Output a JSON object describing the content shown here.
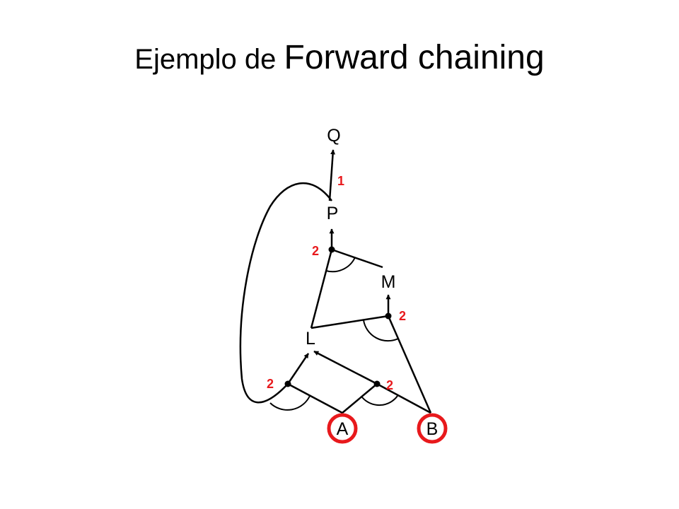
{
  "title": {
    "prefix": "Ejemplo de ",
    "emphasis": "Forward chaining"
  },
  "diagram": {
    "nodes": [
      {
        "id": "Q",
        "label": "Q",
        "known": false
      },
      {
        "id": "P",
        "label": "P",
        "known": false
      },
      {
        "id": "M",
        "label": "M",
        "known": false
      },
      {
        "id": "L",
        "label": "L",
        "known": false
      },
      {
        "id": "A",
        "label": "A",
        "known": true
      },
      {
        "id": "B",
        "label": "B",
        "known": true
      }
    ],
    "rules": [
      {
        "id": "r-p-q",
        "premises": [
          "P"
        ],
        "conclusion": "Q",
        "count": "1"
      },
      {
        "id": "r-lm-p",
        "premises": [
          "L",
          "M"
        ],
        "conclusion": "P",
        "count": "2"
      },
      {
        "id": "r-bl-m",
        "premises": [
          "B",
          "L"
        ],
        "conclusion": "M",
        "count": "2"
      },
      {
        "id": "r-ap-l",
        "premises": [
          "A",
          "P"
        ],
        "conclusion": "L",
        "count": "2"
      },
      {
        "id": "r-ab-l",
        "premises": [
          "A",
          "B"
        ],
        "conclusion": "L",
        "count": "2"
      }
    ]
  },
  "colors": {
    "known_ring": "#e8191c",
    "count_label": "#e8191c",
    "edges": "#000000",
    "text": "#000000"
  }
}
